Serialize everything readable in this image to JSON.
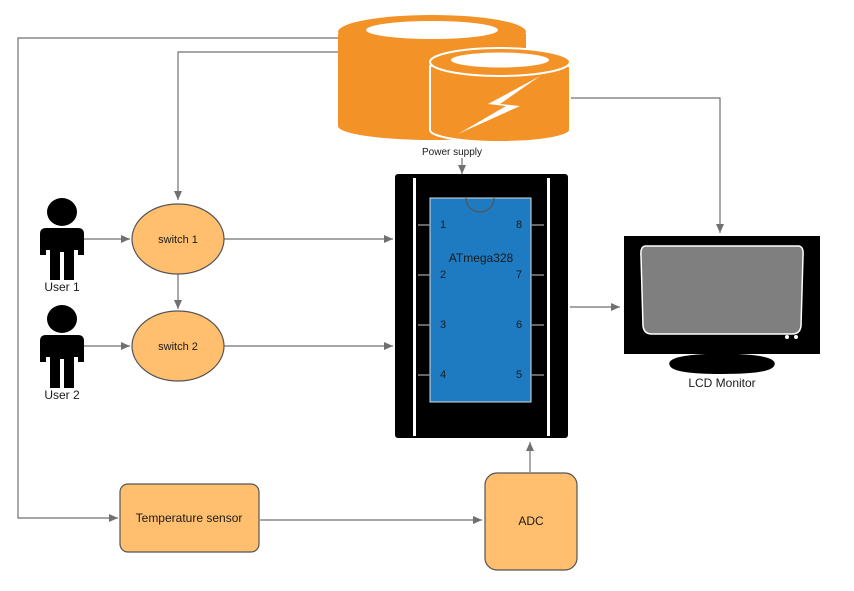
{
  "nodes": {
    "power_supply": "Power supply",
    "user1": "User 1",
    "user2": "User 2",
    "switch1": "switch 1",
    "switch2": "switch 2",
    "mcu": "ATmega328",
    "lcd": "LCD Monitor",
    "temp_sensor": "Temperature sensor",
    "adc": "ADC"
  },
  "mcu_pins": {
    "left": [
      "1",
      "2",
      "3",
      "4"
    ],
    "right": [
      "8",
      "7",
      "6",
      "5"
    ]
  },
  "colors": {
    "power_orange": "#F39227",
    "node_fill": "#FFBF6E",
    "node_stroke": "#555555",
    "chip_blue": "#1E7BC1",
    "chip_body": "#000000",
    "screen_grey": "#7F7F7F",
    "connector": "#707070"
  },
  "icons": {
    "user": "person-silhouette-icon",
    "power": "lightning-bolt-icon",
    "monitor": "monitor-icon"
  }
}
